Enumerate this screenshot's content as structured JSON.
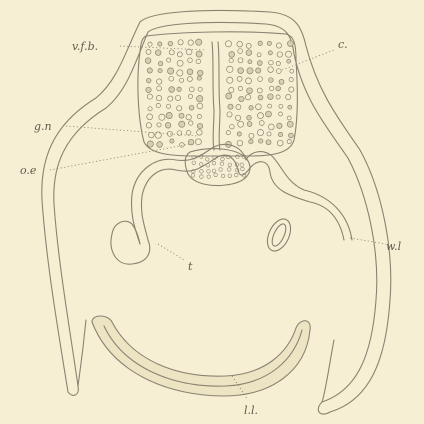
{
  "figure": {
    "labels": {
      "vfb": "v.f.b.",
      "c": "c.",
      "gn": "g.n",
      "oe": "o.e",
      "t": "t",
      "wl": "w.l",
      "ll": "l.l."
    },
    "colors": {
      "paper": "#f6efd4",
      "ink": "#8a8372",
      "tissue": "#ede4c3",
      "cell_fill": "#d8cfb0"
    }
  }
}
